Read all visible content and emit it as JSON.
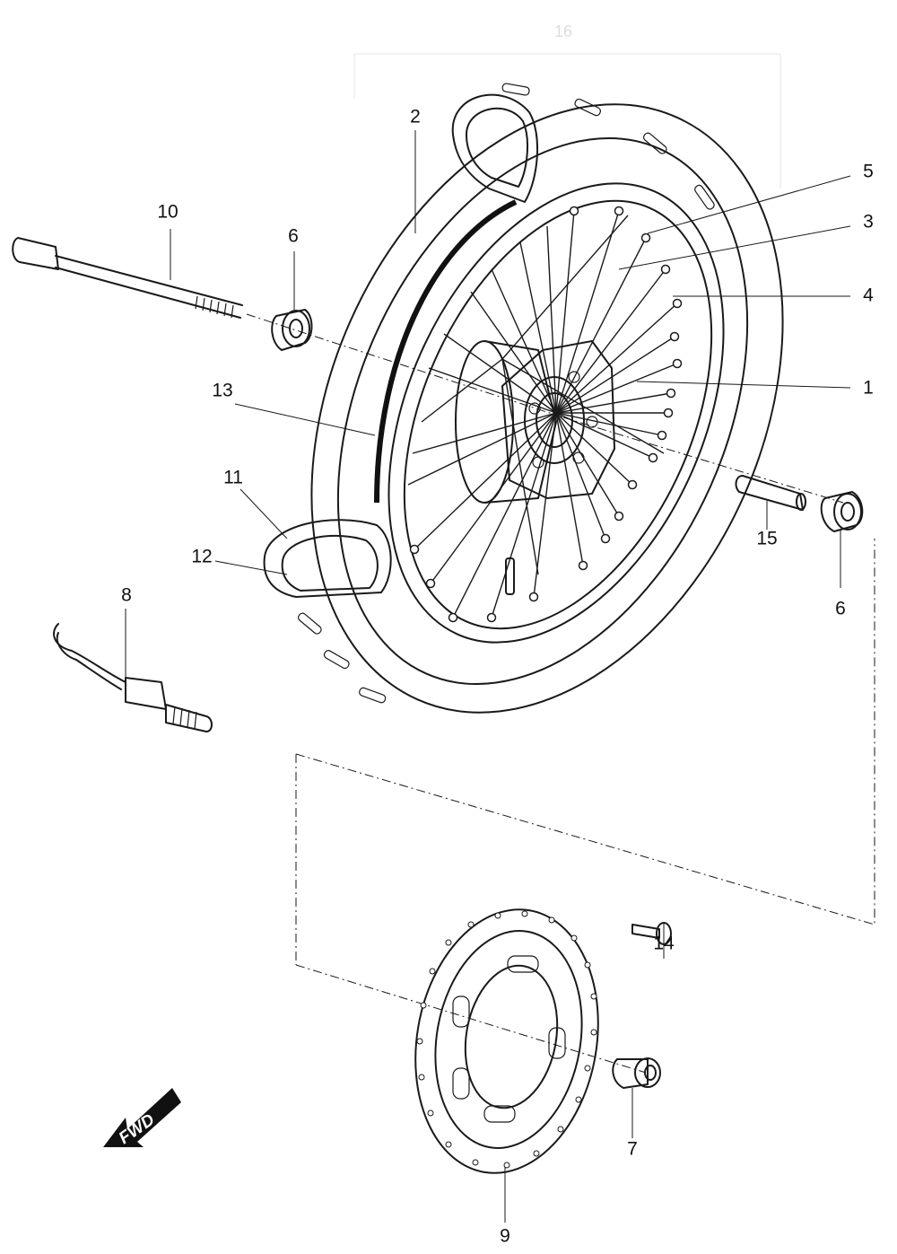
{
  "callouts": {
    "c1": "1",
    "c2": "2",
    "c3": "3",
    "c4": "4",
    "c5": "5",
    "c6a": "6",
    "c6b": "6",
    "c7": "7",
    "c8": "8",
    "c9": "9",
    "c10": "10",
    "c11": "11",
    "c12": "12",
    "c13": "13",
    "c14": "14",
    "c15": "15",
    "c16": "16"
  },
  "direction_label": "FWD",
  "colors": {
    "ink": "#1a1a1a",
    "paper": "#ffffff",
    "faint": "#dddddd"
  }
}
